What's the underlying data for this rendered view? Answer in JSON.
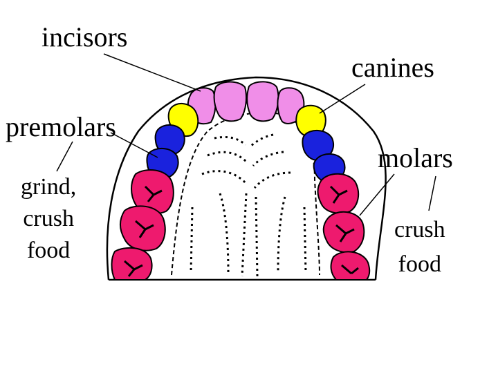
{
  "labels": {
    "incisors": "incisors",
    "canines": "canines",
    "premolars": "premolars",
    "molars": "molars",
    "premolar_function": [
      "grind,",
      "crush",
      "food"
    ],
    "molar_function": [
      "crush",
      "food"
    ]
  },
  "colors": {
    "incisor": "#f08ee8",
    "canine": "#ffff00",
    "premolar": "#1a22dd",
    "molar": "#ee1a6e",
    "outline": "#000000"
  }
}
